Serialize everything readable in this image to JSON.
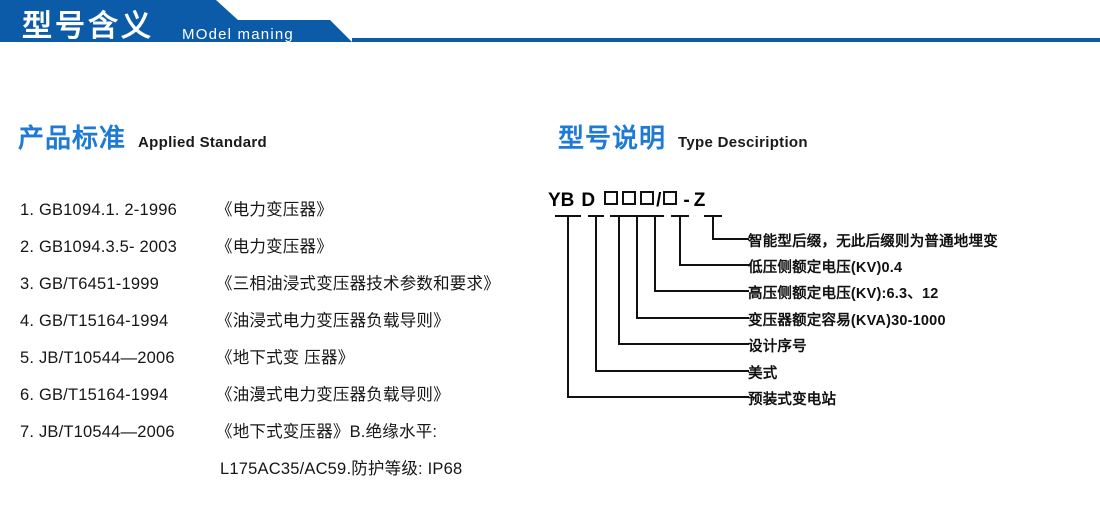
{
  "colors": {
    "banner_blue": "#0B5BA8",
    "heading_blue": "#1E7AD4",
    "text_black": "#161616"
  },
  "banner": {
    "title_cn": "型号含义",
    "title_en": "MOdel maning"
  },
  "sections": {
    "standard": {
      "title_cn": "产品标准",
      "title_en": "Applied Standard",
      "items": [
        {
          "code": "1. GB1094.1. 2-1996",
          "title": "《电力变压器》"
        },
        {
          "code": "2. GB1094.3.5- 2003",
          "title": "《电力变压器》"
        },
        {
          "code": "3. GB/T6451-1999",
          "title": "《三相油浸式变压器技术参数和要求》"
        },
        {
          "code": "4. GB/T15164-1994",
          "title": "《油浸式电力变压器负载导则》"
        },
        {
          "code": "5. JB/T10544—2006",
          "title": "《地下式变 压器》"
        },
        {
          "code": "6. GB/T15164-1994",
          "title": "《油漫式电力变压器负载导则》"
        },
        {
          "code": "7. JB/T10544—2006",
          "title": "《地下式变压器》B.绝缘水平:"
        }
      ],
      "continuation": "L175AC35/AC59.防护等级: IP68"
    },
    "type": {
      "title_cn": "型号说明",
      "title_en": "Type Desciription",
      "code_parts": [
        {
          "text": "YB",
          "kind": "text"
        },
        {
          "text": "D",
          "kind": "text"
        },
        {
          "text": "",
          "kind": "box"
        },
        {
          "text": "",
          "kind": "box"
        },
        {
          "text": "",
          "kind": "box"
        },
        {
          "text": "/",
          "kind": "slash"
        },
        {
          "text": "",
          "kind": "box"
        },
        {
          "text": "-",
          "kind": "dash"
        },
        {
          "text": "Z",
          "kind": "text"
        }
      ],
      "code_display": "YB D □□□/□ - Z",
      "labels": [
        "智能型后缀，无此后缀则为普通地埋变",
        "低压侧额定电压(KV)0.4",
        "高压侧额定电压(KV):6.3、12",
        "变压器额定容易(KVA)30-1000",
        "设计序号",
        "美式",
        "预装式变电站"
      ]
    }
  }
}
